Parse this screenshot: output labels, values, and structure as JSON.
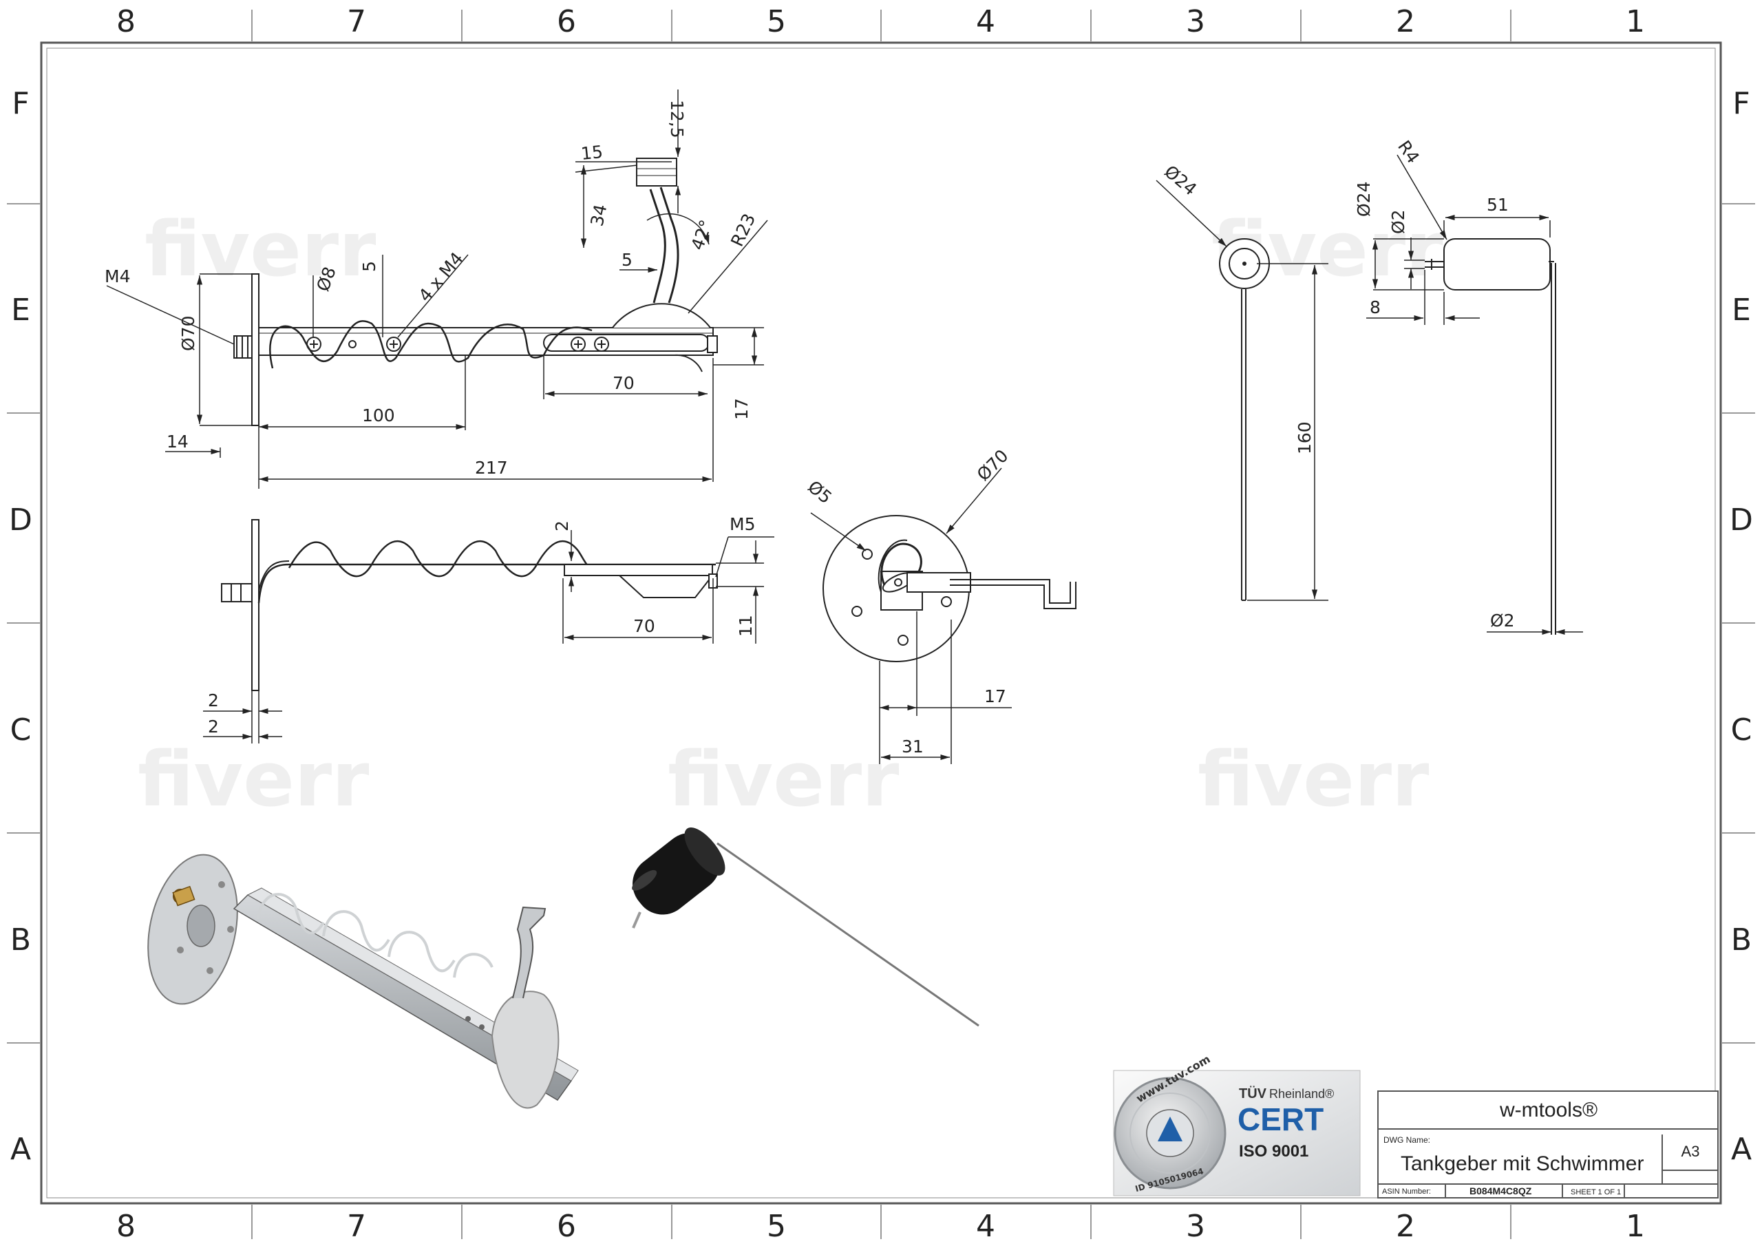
{
  "zones": {
    "columns": [
      "8",
      "7",
      "6",
      "5",
      "4",
      "3",
      "2",
      "1"
    ],
    "rows": [
      "F",
      "E",
      "D",
      "C",
      "B",
      "A"
    ]
  },
  "watermark": "fiverr",
  "views": {
    "side_view_top": {
      "dims": {
        "m4": "M4",
        "d8": "Ø8",
        "five": "5",
        "four_m4": "4 x M4",
        "d70": "Ø70",
        "fourteen": "14",
        "hundred": "100",
        "seventy": "70",
        "seventeen": "17",
        "two17": "217",
        "fifteen": "15",
        "twelve5": "12,5",
        "thirty4": "34",
        "five_b": "5",
        "angle": "42°",
        "r23": "R23"
      }
    },
    "side_view_bottom": {
      "dims": {
        "two": "2",
        "m5": "M5",
        "seventy": "70",
        "eleven": "11",
        "two_a": "2",
        "two_b": "2"
      }
    },
    "flange_view": {
      "dims": {
        "d5": "Ø5",
        "d70": "Ø70",
        "seventeen": "17",
        "thirty1": "31"
      }
    },
    "float_front": {
      "dims": {
        "d24": "Ø24",
        "one60": "160"
      }
    },
    "float_side": {
      "dims": {
        "r4": "R4",
        "d24": "Ø24",
        "d2": "Ø2",
        "fifty1": "51",
        "eight": "8",
        "d2_rod": "Ø2"
      }
    }
  },
  "certificate": {
    "seal_text": "www.tuv.com",
    "seal_id": "ID 9105019064",
    "brand_prefix": "TÜV",
    "brand_suffix": "Rheinland®",
    "cert": "CERT",
    "iso": "ISO 9001"
  },
  "title_block": {
    "company": "w-mtools®",
    "dwg_name_label": "DWG Name:",
    "dwg_name": "Tankgeber mit Schwimmer",
    "size": "A3",
    "asin_label": "ASIN Number:",
    "asin": "B084M4C8QZ",
    "sheet": "SHEET 1 OF 1"
  },
  "colors": {
    "line": "#222222",
    "watermark": "#eeeeee",
    "cert_blue": "#1f5fa8",
    "float_black": "#151515",
    "part_grey": "#b8bcc0"
  }
}
